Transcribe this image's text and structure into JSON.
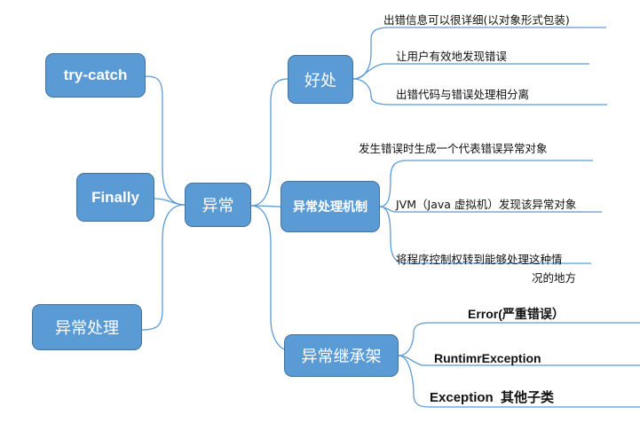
{
  "nodes": {
    "try_catch": "try-catch",
    "finally": "Finally",
    "exception_handling": "异常处理",
    "exception": "异常",
    "benefits": "好处",
    "mechanism": "异常处理机制",
    "hierarchy": "异常继承架"
  },
  "benefits_items": [
    "出错信息可以很详细(以对象形式包装)",
    "让用户有效地发现错误",
    "出错代码与错误处理相分离"
  ],
  "mechanism_items": [
    "发生错误时生成一个代表错误异常对象",
    "JVM（Java 虚拟机）发现该异常对象",
    "将程序控制权转到能够处理这种情",
    "况的地方"
  ],
  "hierarchy_items": [
    "Error(严重错误）",
    "RuntimrException",
    "Exception  其他子类"
  ]
}
